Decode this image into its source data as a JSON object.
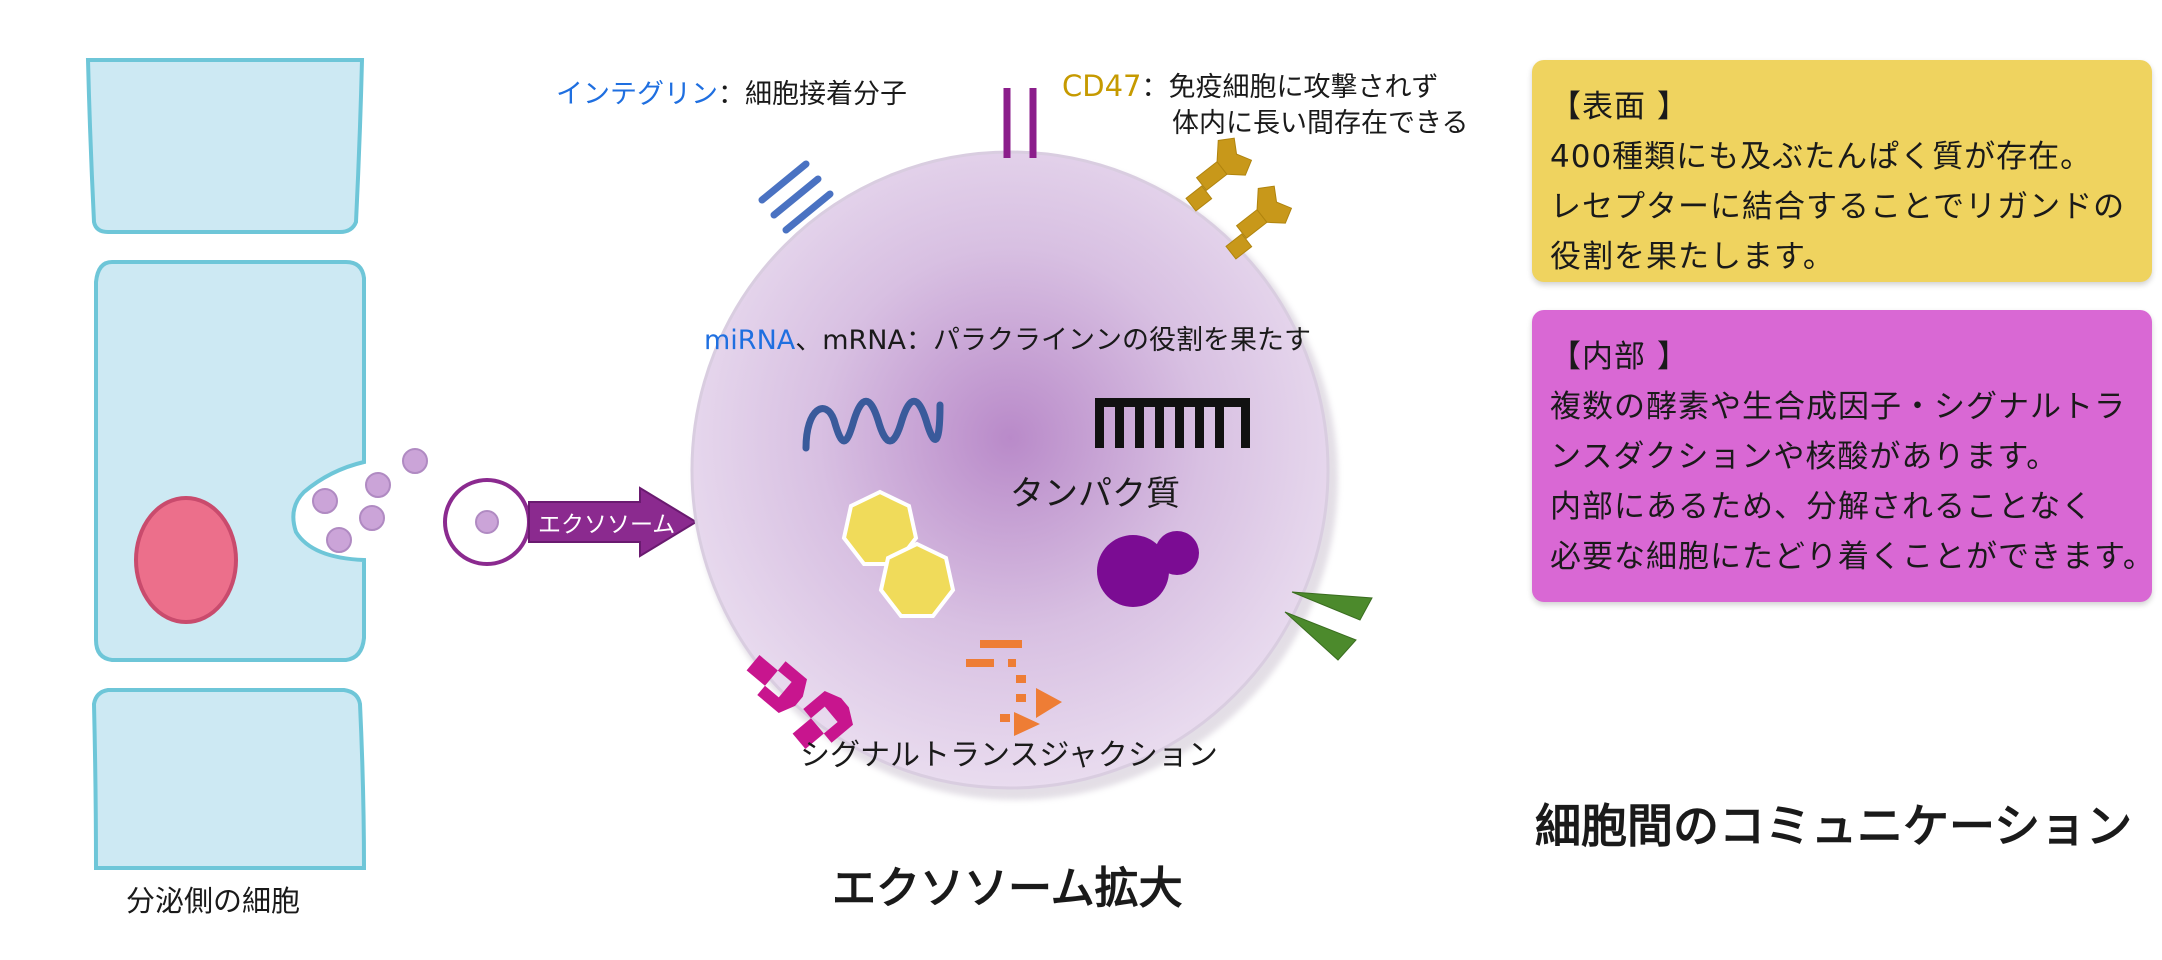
{
  "colors": {
    "highlight_blue": "#1f6fe0",
    "highlight_gold": "#c69a00",
    "surface_box": "#efd35f",
    "inner_box": "#d968d4",
    "cell_fill": "#cde9f3",
    "cell_border": "#6ec6d8",
    "nucleus": "#ec6f8b",
    "vesicle": "#cba4d8",
    "exosome_arrow": "#8b2a8f",
    "integrin": "#4a72c2",
    "cd47": "#8b1e8b",
    "ligand": "#c8981a",
    "mirna": "#3a5a9b",
    "mrna": "#111111",
    "protein_hex": "#f0db5a",
    "protein_blob": "#7b0c93",
    "cone": "#4c8a2c",
    "signal_magenta": "#c8158e",
    "signal_orange": "#ee7d35"
  },
  "left": {
    "cell_label": "分泌側の細胞",
    "arrow_label": "エクソソーム"
  },
  "center": {
    "caption": "エクソソーム拡大",
    "integrin_term": "インテグリン",
    "integrin_desc": "：細胞接着分子",
    "cd47_term": "CD47",
    "cd47_desc_1": "：免疫細胞に攻撃されず",
    "cd47_desc_2": "体内に長い間存在できる",
    "rna_term": "miRNA",
    "rna_desc": "、mRNA：パラクラインンの役割を果たす",
    "protein_label": "タンパク質",
    "signal_label": "シグナルトランスジャクション"
  },
  "right": {
    "surface": {
      "heading": "【表面 】",
      "lines": [
        "400種類にも及ぶたんぱく質が存在。",
        "レセプターに結合することでリガンドの",
        "役割を果たします。"
      ]
    },
    "inner": {
      "heading": "【内部 】",
      "lines": [
        "複数の酵素や生合成因子・シグナルトラ",
        "ンスダクションや核酸があります。",
        "内部にあるため、分解されることなく",
        "必要な細胞にたどり着くことができます。"
      ]
    },
    "title": "細胞間のコミュニケーション"
  }
}
